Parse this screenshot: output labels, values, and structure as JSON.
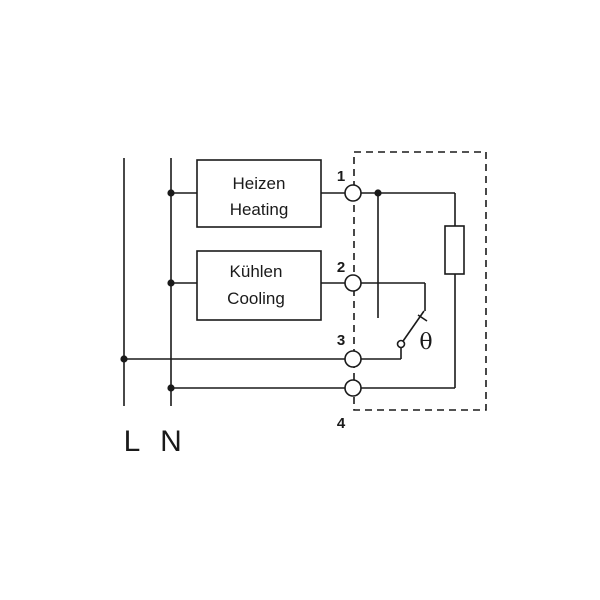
{
  "rails": {
    "l_label": "L",
    "n_label": "N"
  },
  "loads": {
    "heating": {
      "line1": "Heizen",
      "line2": "Heating"
    },
    "cooling": {
      "line1": "Kühlen",
      "line2": "Cooling"
    }
  },
  "terminals": {
    "t1": "1",
    "t2": "2",
    "t3": "3",
    "t4": "4"
  },
  "thermostat": {
    "symbol": "θ",
    "heater_icon": "resistor-icon",
    "switch_icon": "switch-icon"
  },
  "colors": {
    "line": "#1a1a1a",
    "background": "#ffffff"
  }
}
